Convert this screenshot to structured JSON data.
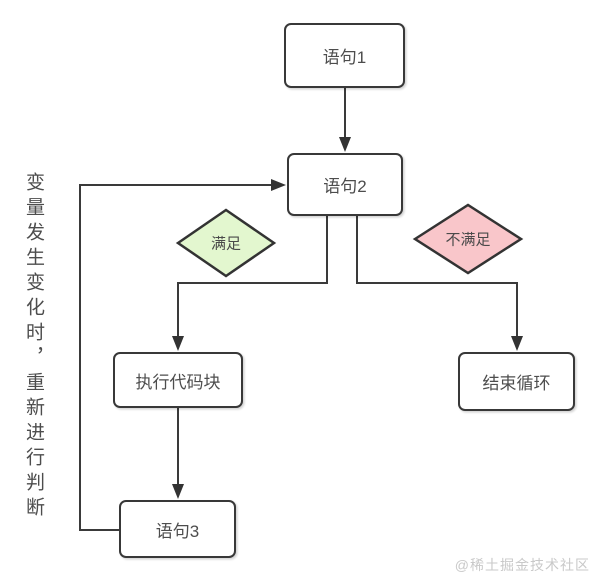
{
  "nodes": {
    "statement1": "语句1",
    "statement2": "语句2",
    "execute_block": "执行代码块",
    "end_loop": "结束循环",
    "statement3": "语句3"
  },
  "decisions": {
    "satisfied": "满足",
    "not_satisfied": "不满足"
  },
  "side_note": "变量发生变化时，重新进行判断",
  "watermark": "@稀土掘金技术社区",
  "colors": {
    "line": "#3a3a3a",
    "box_border": "#383838",
    "satisfied_fill": "#e3f7cf",
    "not_satisfied_fill": "#f9c6ca"
  }
}
